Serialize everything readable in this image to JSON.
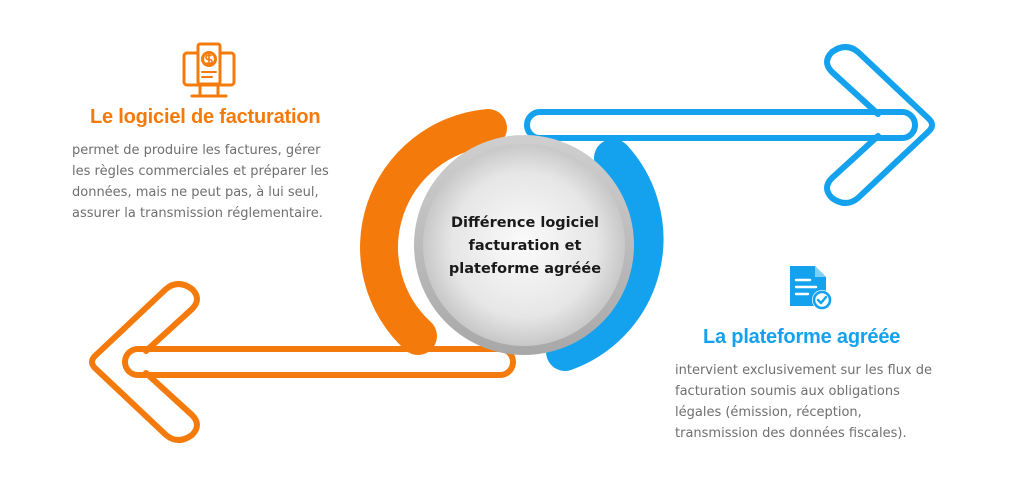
{
  "center": {
    "line1": "Différence logiciel",
    "line2": "facturation et",
    "line3": "plateforme agréée"
  },
  "left_block": {
    "title": "Le logiciel de facturation",
    "lines": [
      "permet de produire les factures, gérer",
      "les règles commerciales et préparer les",
      "données, mais ne peut pas, à lui seul,",
      "assurer la transmission réglementaire."
    ],
    "icon": "invoice-computer-icon",
    "color": "#f47b0b"
  },
  "right_block": {
    "title": "La plateforme agréée",
    "lines": [
      "intervient exclusivement sur les flux de",
      "facturation soumis aux obligations",
      "légales (émission, réception,",
      "transmission des données fiscales)."
    ],
    "icon": "document-check-icon",
    "color": "#14a2ee"
  },
  "colors": {
    "orange": "#f47b0b",
    "blue": "#14a2ee",
    "text": "#6f6f6f",
    "center_fill": "#d9d9d9"
  }
}
